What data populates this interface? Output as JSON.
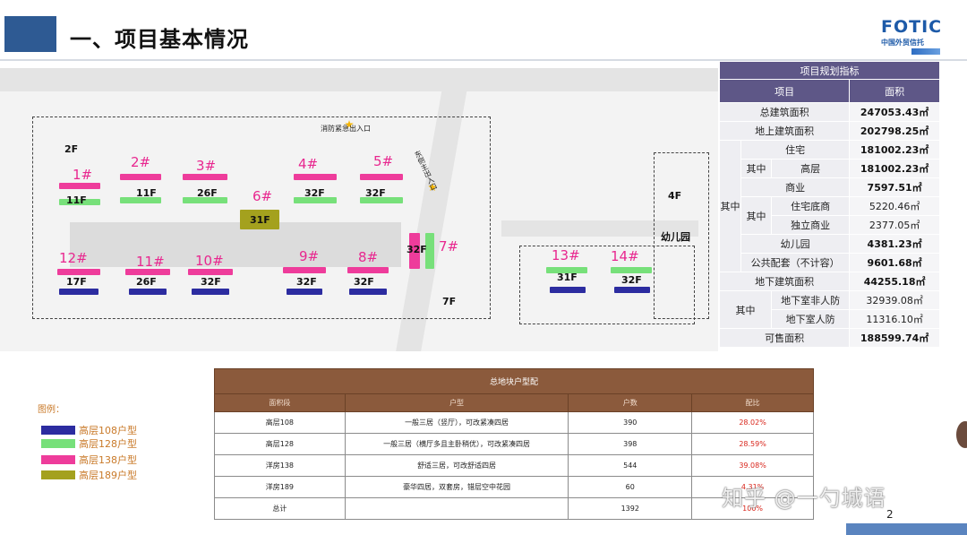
{
  "header": {
    "title": "一、项目基本情况"
  },
  "logo": {
    "main": "FOTIC",
    "sub": "中国外贸信托"
  },
  "siteplan": {
    "fire_gate": "消防紧急出入口",
    "main_gate": "东侧主出入口",
    "kindergarten": "幼儿园",
    "labels": {
      "b2f": "2F",
      "b4f": "4F",
      "b7f": "7F",
      "n1": "1#",
      "f1": "11F",
      "n2": "2#",
      "f2": "11F",
      "n3": "3#",
      "f3": "26F",
      "n4": "4#",
      "f4": "32F",
      "n5": "5#",
      "f5": "32F",
      "n6": "6#",
      "f6": "31F",
      "n7": "7#",
      "f7": "32F",
      "n8": "8#",
      "f8": "32F",
      "n9": "9#",
      "f9": "32F",
      "n10": "10#",
      "f10": "32F",
      "n11": "11#",
      "f11": "26F",
      "n12": "12#",
      "f12": "17F",
      "n13": "13#",
      "f13": "31F",
      "n14": "14#",
      "f14": "32F"
    }
  },
  "indicators": {
    "title": "项目规划指标",
    "col_item": "项目",
    "col_area": "面积",
    "rows": {
      "total_label": "总建筑面积",
      "total_value": "247053.43㎡",
      "above_label": "地上建筑面积",
      "above_value": "202798.25㎡",
      "outer_qizhong": "其中",
      "residential_label": "住宅",
      "residential_value": "181002.23㎡",
      "res_qizhong": "其中",
      "highrise_label": "高层",
      "highrise_value": "181002.23㎡",
      "commercial_label": "商业",
      "commercial_value": "7597.51㎡",
      "com_qizhong": "其中",
      "shop_label": "住宅底商",
      "shop_value": "5220.46㎡",
      "standalone_label": "独立商业",
      "standalone_value": "2377.05㎡",
      "kg_label": "幼儿园",
      "kg_value": "4381.23㎡",
      "public_label": "公共配套（不计容）",
      "public_value": "9601.68㎡",
      "under_label": "地下建筑面积",
      "under_value": "44255.18㎡",
      "under_qizhong": "其中",
      "nonciv_label": "地下室非人防",
      "nonciv_value": "32939.08㎡",
      "civ_label": "地下室人防",
      "civ_value": "11316.10㎡",
      "saleable_label": "可售面积",
      "saleable_value": "188599.74㎡"
    }
  },
  "legend": {
    "title": "图例：",
    "items": [
      {
        "label": "高层108户型",
        "color": "#2c2ca0"
      },
      {
        "label": "高层128户型",
        "color": "#77e07a"
      },
      {
        "label": "高层138户型",
        "color": "#ee3c9b"
      },
      {
        "label": "高层189户型",
        "color": "#a4a11e"
      }
    ]
  },
  "units_table": {
    "caption": "总地块户型配",
    "headers": [
      "面积段",
      "户型",
      "户数",
      "配比"
    ],
    "rows": [
      [
        "高层108",
        "一般三居（竖厅），可改紧凑四居",
        "390",
        "28.02%"
      ],
      [
        "高层128",
        "一般三居（横厅多且主卧稍优），可改紧凑四居",
        "398",
        "28.59%"
      ],
      [
        "洋房138",
        "舒适三居，可改舒适四居",
        "544",
        "39.08%"
      ],
      [
        "洋房189",
        "豪华四居，双套房，错层空中花园",
        "60",
        "4.31%"
      ],
      [
        "总计",
        "",
        "1392",
        "100%"
      ]
    ]
  },
  "watermark": "知乎 @一勺城语",
  "page_number": "2"
}
